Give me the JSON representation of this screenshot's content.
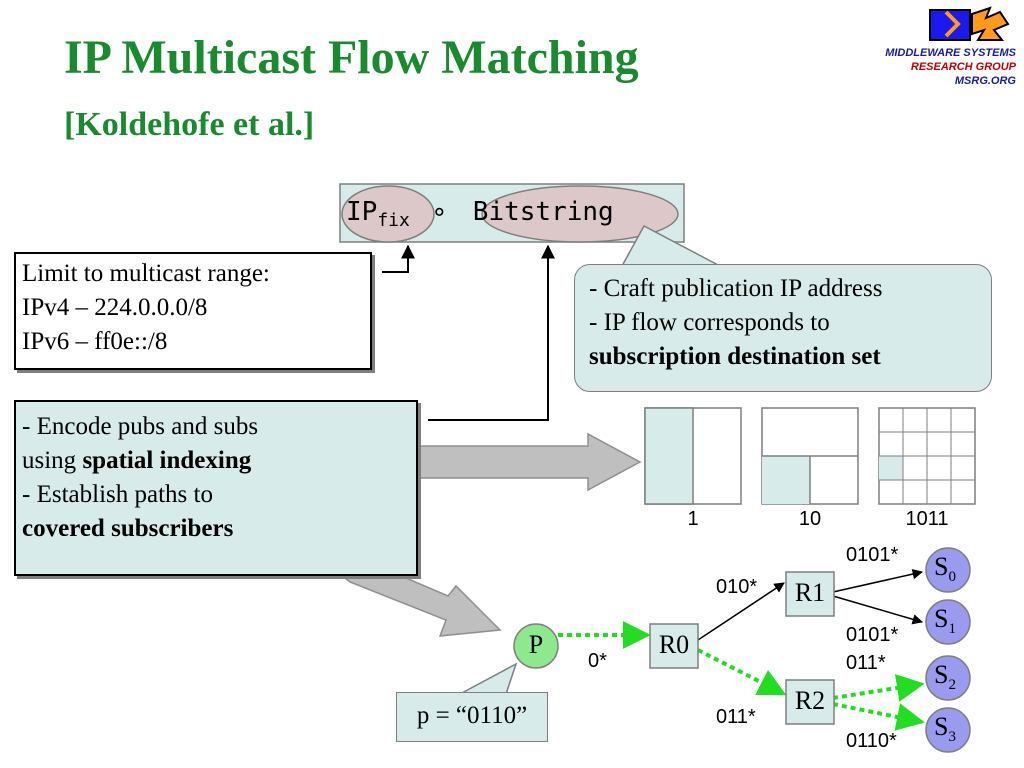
{
  "slide": {
    "title": "IP Multicast Flow Matching",
    "subtitle": "[Koldehofe et al.]"
  },
  "branding": {
    "line1": "MIDDLEWARE SYSTEMS",
    "line2": "RESEARCH GROUP",
    "line3": "MSRG.ORG"
  },
  "formula": {
    "ip_label": "IP",
    "ip_subscript": "fix",
    "operator": "∘",
    "bitstring_label": "Bitstring"
  },
  "range_box": {
    "line1": "Limit to multicast range:",
    "line2": "IPv4 – 224.0.0.0/8",
    "line3": "IPv6 – ff0e::/8"
  },
  "craft_callout": {
    "line1": "- Craft publication IP address",
    "line2": "- IP flow corresponds to",
    "line3": "subscription destination set"
  },
  "encode_box": {
    "line1": "- Encode pubs and subs",
    "line2_prefix": "using ",
    "line2_bold": "spatial indexing",
    "line3": "- Establish paths to",
    "line4": "covered subscribers"
  },
  "grids": [
    {
      "label": "1"
    },
    {
      "label": "10"
    },
    {
      "label": "1011"
    }
  ],
  "network": {
    "publisher": "P",
    "routers": [
      "R0",
      "R1",
      "R2"
    ],
    "subscribers": [
      {
        "label": "S",
        "sub": "0"
      },
      {
        "label": "S",
        "sub": "1"
      },
      {
        "label": "S",
        "sub": "2"
      },
      {
        "label": "S",
        "sub": "3"
      }
    ],
    "edge_labels": {
      "p_r0": "0*",
      "r0_r1": "010*",
      "r0_r2": "011*",
      "r1_s0": "0101*",
      "r1_s1": "0101*",
      "r2_s2": "011*",
      "r2_s3": "0110*"
    },
    "publication_callout": "p = “0110”"
  },
  "colors": {
    "title_green": "#1a8a2e",
    "teal_fill": "#d7ebea",
    "node_green": "#8ee88e",
    "node_purple": "#9a9aee",
    "dash_green": "#22dd22",
    "oval_fill": "#dcc8c8"
  }
}
